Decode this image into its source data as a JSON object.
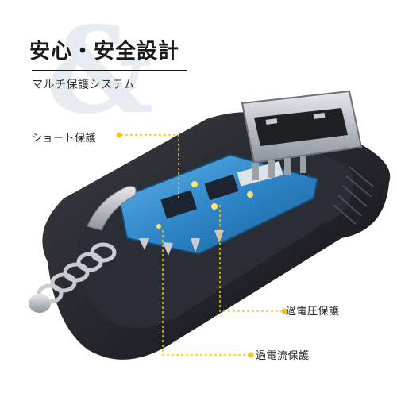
{
  "heading": {
    "title": "安心・安全設計",
    "subtitle": "マルチ保護システム",
    "background_glyph": "&"
  },
  "callouts": [
    {
      "id": "short",
      "label": "ショート保護"
    },
    {
      "id": "overvoltage",
      "label": "過電圧保護"
    },
    {
      "id": "overcurrent",
      "label": "過電流保護"
    }
  ],
  "colors": {
    "callout_line": "#f4c11a",
    "body_dark": "#1d1f24",
    "pcb_blue": "#2e86c8",
    "usb_metal": "#b7bcc4"
  },
  "product_icon": "usb-car-charger-cutaway-icon"
}
